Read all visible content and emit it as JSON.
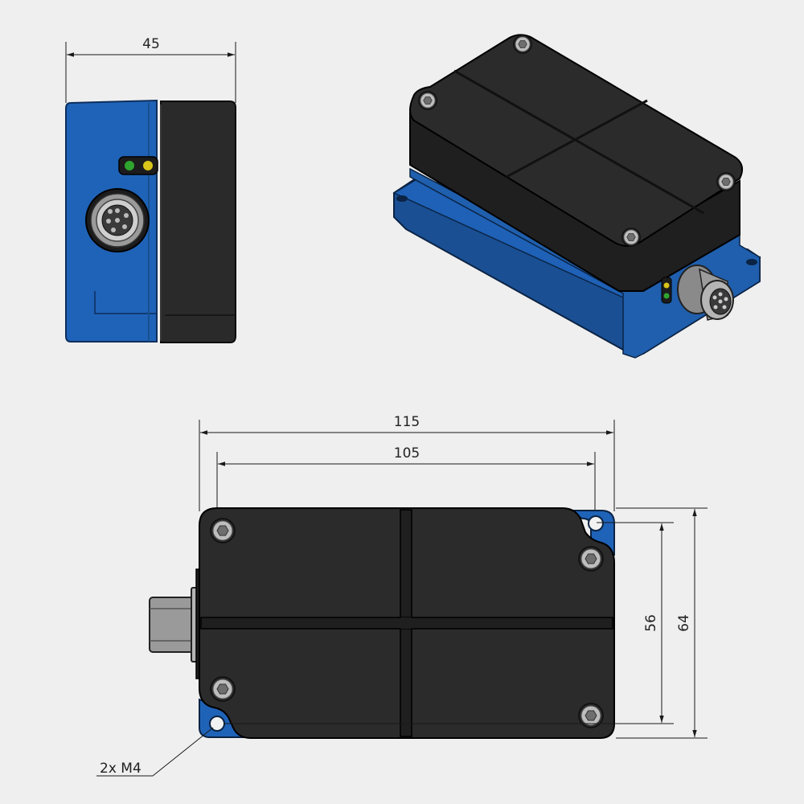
{
  "dimensions": {
    "side_width": "45",
    "overall_length": "115",
    "hole_spacing_length": "105",
    "hole_spacing_height": "56",
    "overall_height": "64"
  },
  "callout": {
    "mounting_holes": "2x M4"
  },
  "colors": {
    "background": "#efefef",
    "housing_black": "#2b2b2b",
    "housing_black_side": "#1f1f1f",
    "base_blue": "#1f63b8",
    "base_blue_dark": "#1a4f93",
    "led_green": "#2fa52f",
    "led_yellow": "#d9c51a",
    "connector_gray": "#9a9a9a",
    "line": "#1a1a1a"
  }
}
